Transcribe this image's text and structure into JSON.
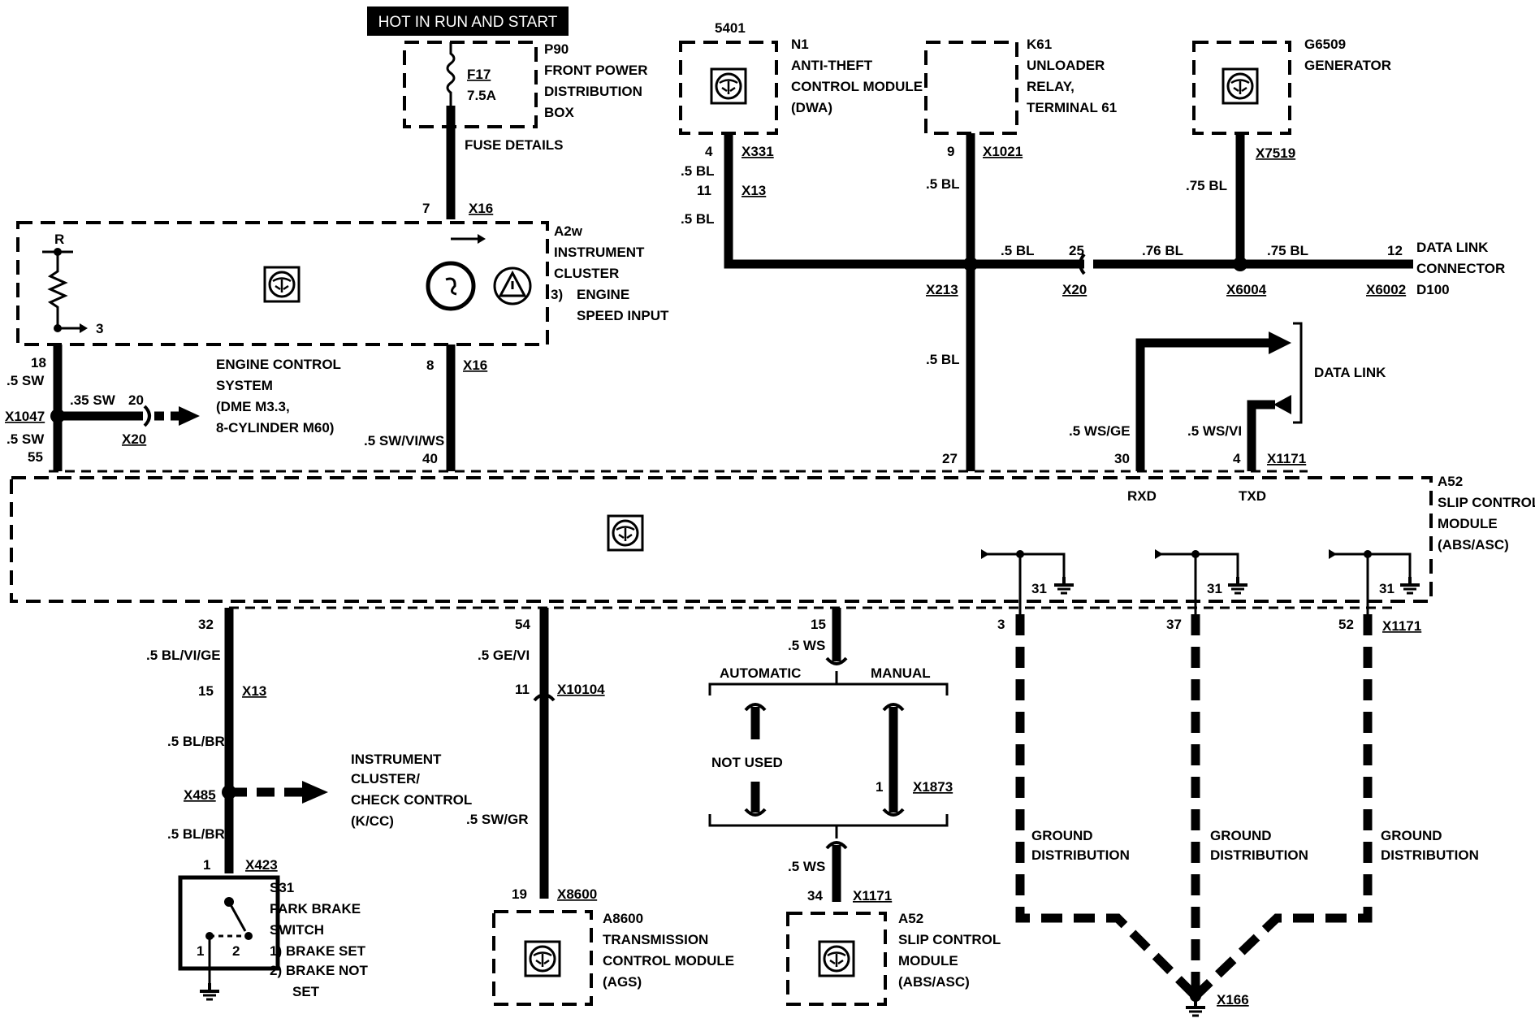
{
  "header": "HOT IN RUN AND START",
  "fuse": {
    "id": "F17",
    "rating": "7.5A",
    "box_id": "P90",
    "box_name": [
      "FRONT POWER",
      "DISTRIBUTION",
      "BOX"
    ],
    "details": "FUSE DETAILS"
  },
  "cluster": {
    "id": "A2w",
    "name": [
      "INSTRUMENT",
      "CLUSTER"
    ],
    "note_num": "3)",
    "note": [
      "ENGINE",
      "SPEED INPUT"
    ],
    "resistor_label": "R",
    "tap_label": "3"
  },
  "cluster_pins": {
    "fuse_pin": "7",
    "fuse_conn": "X16",
    "out_pin": "8",
    "out_conn": "X16",
    "left_pin": "18",
    "left_wire": ".5 SW",
    "left_conn": "X1047",
    "left_wire2": ".5 SW",
    "left_pin2": "55",
    "mid_wire": ".5 SW/VI/WS",
    "mid_pin": "40"
  },
  "engine": {
    "wire": ".35 SW",
    "pin": "20",
    "conn": "X20",
    "name": [
      "ENGINE CONTROL",
      "SYSTEM",
      "(DME M3.3,",
      "8-CYLINDER M60)"
    ]
  },
  "dwa": {
    "num": "5401",
    "id": "N1",
    "name": [
      "ANTI-THEFT",
      "CONTROL MODULE",
      "(DWA)"
    ],
    "pin": "4",
    "conn": "X331",
    "wire1": ".5 BL",
    "pin2": "11",
    "conn2": "X13",
    "wire2": ".5 BL"
  },
  "k61": {
    "id": "K61",
    "name": [
      "UNLOADER",
      "RELAY,",
      "TERMINAL 61"
    ],
    "pin": "9",
    "conn": "X1021",
    "wire": ".5 BL"
  },
  "gen": {
    "id": "G6509",
    "name": "GENERATOR",
    "conn": "X7519",
    "wire": ".75 BL"
  },
  "junction": {
    "conn": "X213",
    "wire": ".5 BL",
    "pin": "25",
    "x20": "X20",
    "wire_mid": ".76 BL",
    "x6004": "X6004",
    "wire_right": ".75 BL",
    "pin_dlc": "12",
    "x6002": "X6002",
    "dlc": [
      "DATA LINK",
      "CONNECTOR",
      "D100"
    ],
    "down_wire": ".5 BL",
    "down_pin": "27"
  },
  "datalink": {
    "label": "DATA LINK",
    "rxd_wire": ".5 WS/GE",
    "txd_wire": ".5 WS/VI",
    "rxd_pin": "30",
    "txd_pin": "4",
    "conn": "X1171",
    "rxd": "RXD",
    "txd": "TXD"
  },
  "a52": {
    "id": "A52",
    "name": [
      "SLIP CONTROL",
      "MODULE",
      "(ABS/ASC)"
    ],
    "gnd": "31"
  },
  "park": {
    "pin_top": "32",
    "wire1": ".5 BL/VI/GE",
    "pin_x13": "15",
    "x13": "X13",
    "wire2": ".5 BL/BR",
    "x485": "X485",
    "wire3": ".5 BL/BR",
    "pin_sw": "1",
    "x423": "X423",
    "id": "S31",
    "name": [
      "PARK BRAKE",
      "SWITCH"
    ],
    "notes": [
      "1)   BRAKE SET",
      "2)   BRAKE NOT",
      "SET"
    ],
    "sw_pin1": "1",
    "sw_pin2": "2",
    "kcc": [
      "INSTRUMENT",
      "CLUSTER/",
      "CHECK CONTROL",
      "(K/CC)"
    ]
  },
  "ags": {
    "pin_top": "54",
    "wire1": ".5 GE/VI",
    "pin_mid": "11",
    "conn_mid": "X10104",
    "wire2": ".5 SW/GR",
    "pin_bot": "19",
    "conn_bot": "X8600",
    "id": "A8600",
    "name": [
      "TRANSMISSION",
      "CONTROL MODULE",
      "(AGS)"
    ]
  },
  "slip2": {
    "pin_top": "15",
    "wire1": ".5 WS",
    "auto": "AUTOMATIC",
    "manual": "MANUAL",
    "not_used": "NOT USED",
    "pin_man": "1",
    "conn_man": "X1873",
    "wire2": ".5 WS",
    "pin_bot": "34",
    "conn_bot": "X1171",
    "id": "A52",
    "name": [
      "SLIP CONTROL",
      "MODULE",
      "(ABS/ASC)"
    ]
  },
  "ground": {
    "pin_a": "3",
    "pin_b": "37",
    "pin_c": "52",
    "conn": "X1171",
    "label": [
      "GROUND",
      "DISTRIBUTION"
    ],
    "gnd_conn": "X166"
  }
}
